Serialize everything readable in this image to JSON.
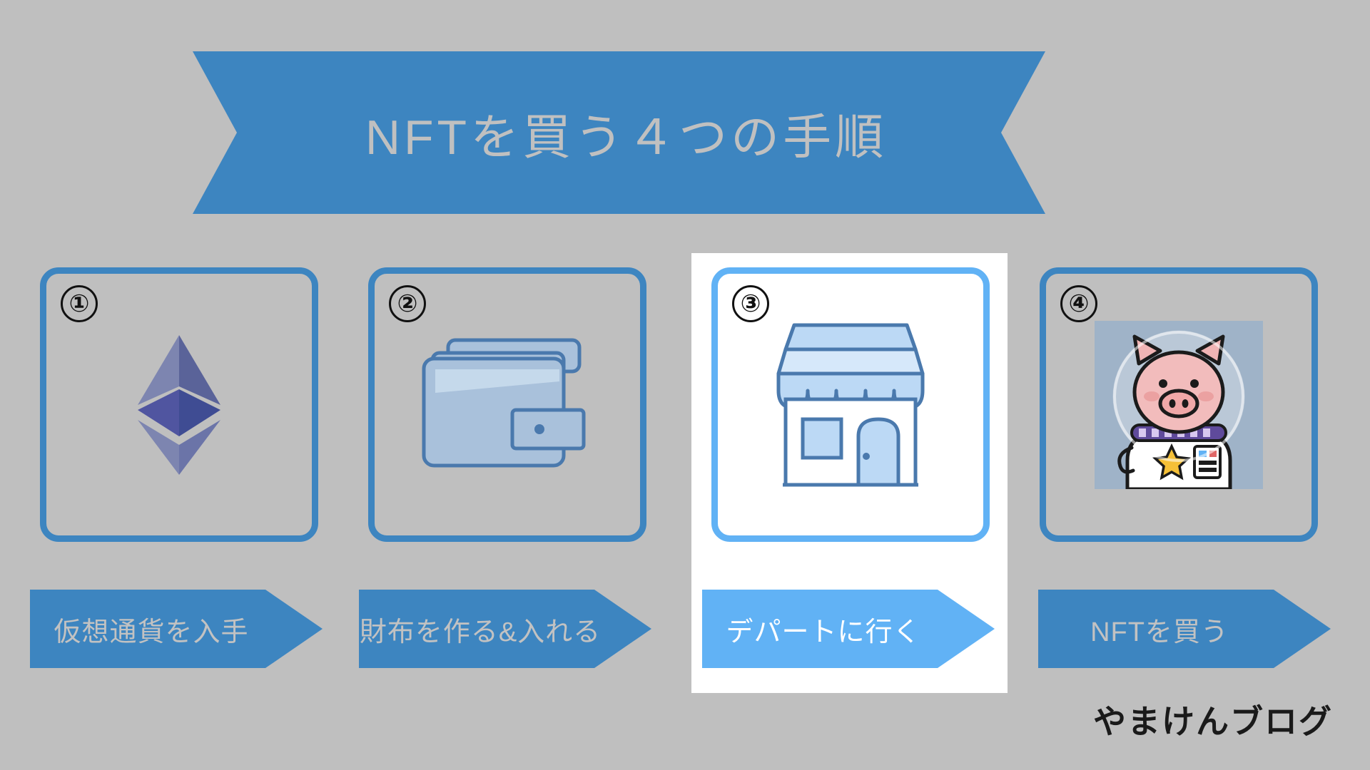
{
  "background_color": "#bfbfbf",
  "banner": {
    "title": "NFTを買う４つの手順",
    "fill_color": "#3d85c0",
    "text_color": "#c0c0c0"
  },
  "steps": [
    {
      "number": "①",
      "icon": "ethereum-logo-icon",
      "label": "仮想通貨を入手",
      "highlighted": false,
      "border_color": "#3d85c0",
      "arrow_color": "#3d85c0",
      "arrow_text_color": "#c2c2c2"
    },
    {
      "number": "②",
      "icon": "wallet-icon",
      "label": "財布を作る&入れる",
      "highlighted": false,
      "border_color": "#3d85c0",
      "arrow_color": "#3d85c0",
      "arrow_text_color": "#c2c2c2"
    },
    {
      "number": "③",
      "icon": "storefront-icon",
      "label": "デパートに行く",
      "highlighted": true,
      "border_color": "#61b2f5",
      "arrow_color": "#61b2f5",
      "arrow_text_color": "#ffffff"
    },
    {
      "number": "④",
      "icon": "pig-avatar-nft-icon",
      "label": "NFTを買う",
      "highlighted": false,
      "border_color": "#3d85c0",
      "arrow_color": "#3d85c0",
      "arrow_text_color": "#c2c2c2"
    }
  ],
  "watermark": {
    "text": "やまけんブログ"
  }
}
